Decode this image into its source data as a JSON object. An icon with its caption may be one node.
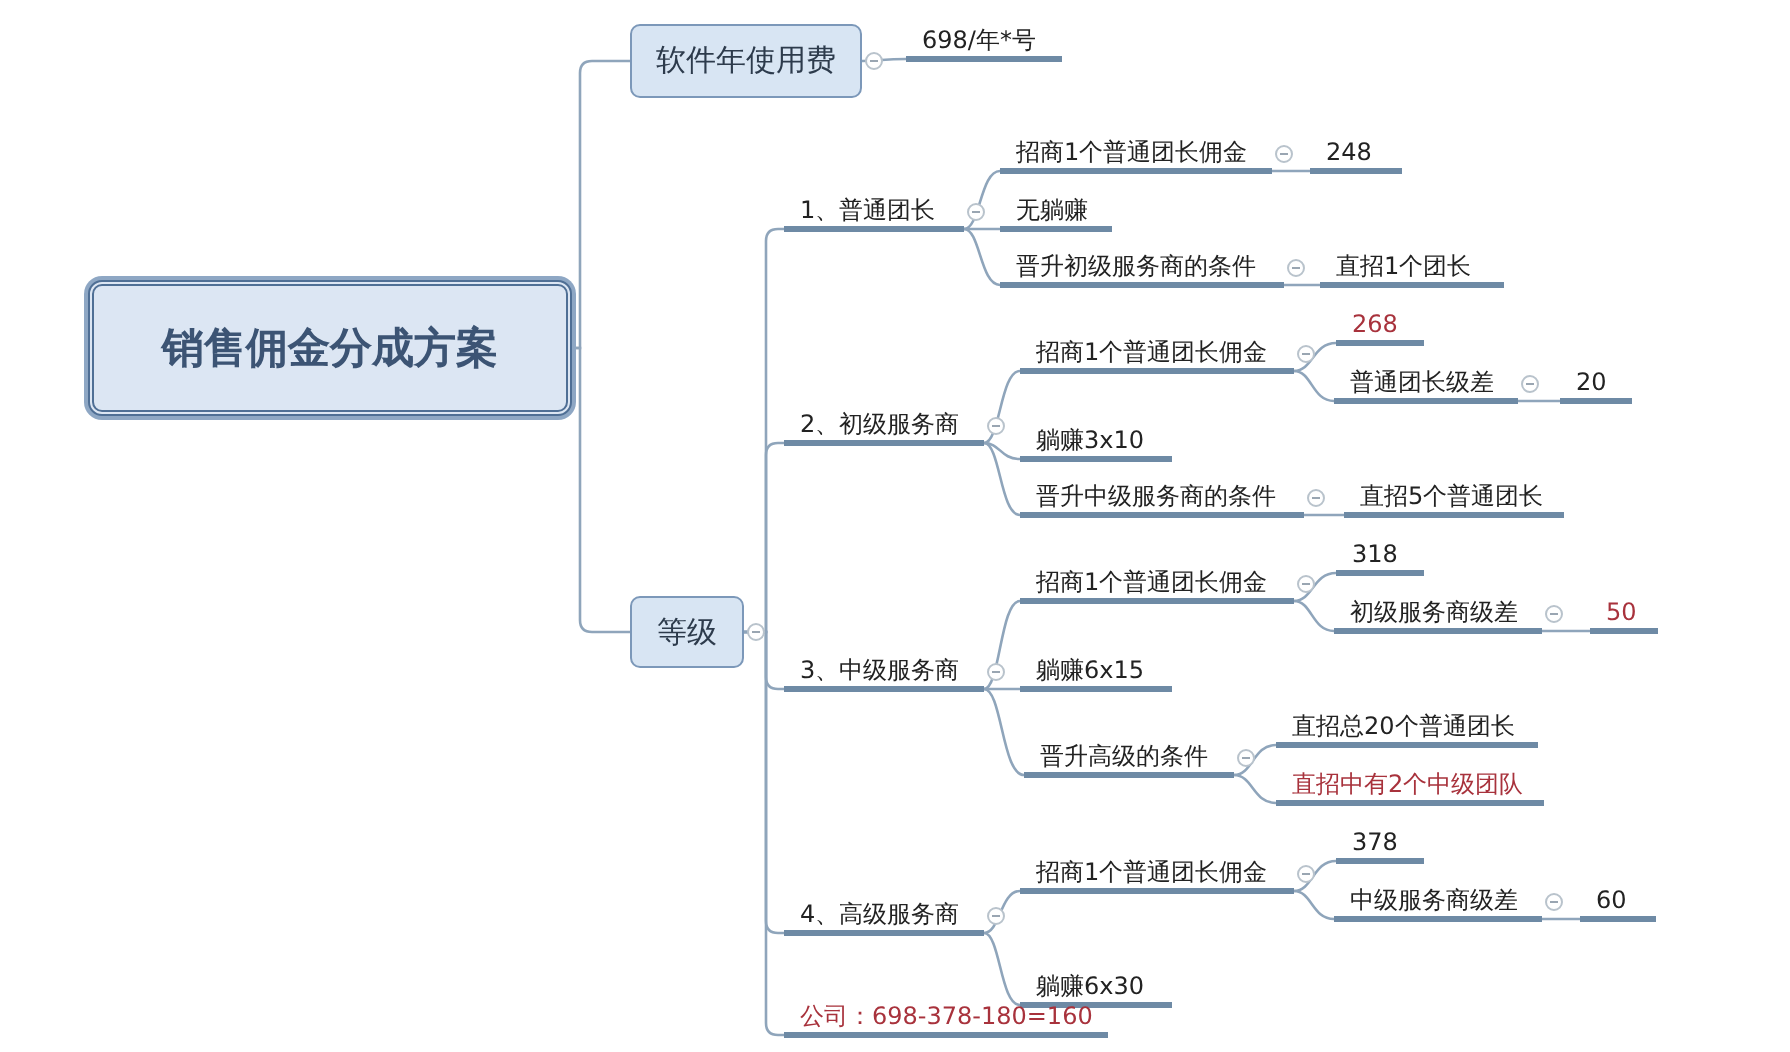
{
  "diagram": {
    "nodes": [
      {
        "text": [
          "销售佣金分成方案"
        ]
      },
      {
        "text": [
          "软件年使用费"
        ]
      },
      {
        "text": [
          "698/年*号"
        ]
      },
      {
        "text": [
          "等级"
        ]
      },
      {
        "text": [
          "1、普通团长"
        ]
      },
      {
        "text": [
          "招商1个普通团长佣金"
        ]
      },
      {
        "text": [
          "248"
        ]
      },
      {
        "text": [
          "无躺赚"
        ]
      },
      {
        "text": [
          "晋升初级服务商的条件"
        ]
      },
      {
        "text": [
          "直招1个团长"
        ]
      },
      {
        "text": [
          "2、初级服务商"
        ]
      },
      {
        "text": [
          "招商1个普通团长佣金"
        ]
      },
      {
        "text": [
          "268"
        ]
      },
      {
        "text": [
          "普通团长级差"
        ]
      },
      {
        "text": [
          "20"
        ]
      },
      {
        "text": [
          "躺赚3x10"
        ]
      },
      {
        "text": [
          "晋升中级服务商的条件"
        ]
      },
      {
        "text": [
          "直招5个普通团长"
        ]
      },
      {
        "text": [
          "3、中级服务商"
        ]
      },
      {
        "text": [
          "招商1个普通团长佣金"
        ]
      },
      {
        "text": [
          "318"
        ]
      },
      {
        "text": [
          "初级服务商级差"
        ]
      },
      {
        "text": [
          "50"
        ]
      },
      {
        "text": [
          "躺赚6x15"
        ]
      },
      {
        "text": [
          "晋升高级的条件"
        ]
      },
      {
        "text": [
          "直招总20个普通团长"
        ]
      },
      {
        "text": [
          "直招中有2个中级团队"
        ]
      },
      {
        "text": [
          "4、高级服务商"
        ]
      },
      {
        "text": [
          "招商1个普通团长佣金"
        ]
      },
      {
        "text": [
          "378"
        ]
      },
      {
        "text": [
          "中级服务商级差"
        ]
      },
      {
        "text": [
          "60"
        ]
      },
      {
        "text": [
          "躺赚6x30"
        ]
      },
      {
        "text": [
          "公司：698-378-180=160"
        ]
      }
    ],
    "edges": [
      {
        "from": 0,
        "to": 1,
        "arrow": "none"
      },
      {
        "from": 0,
        "to": 3,
        "arrow": "none"
      },
      {
        "from": 1,
        "to": 2,
        "arrow": "none"
      },
      {
        "from": 3,
        "to": 4,
        "arrow": "none"
      },
      {
        "from": 3,
        "to": 10,
        "arrow": "none"
      },
      {
        "from": 3,
        "to": 18,
        "arrow": "none"
      },
      {
        "from": 3,
        "to": 27,
        "arrow": "none"
      },
      {
        "from": 3,
        "to": 33,
        "arrow": "none"
      },
      {
        "from": 4,
        "to": 5,
        "arrow": "none"
      },
      {
        "from": 4,
        "to": 7,
        "arrow": "none"
      },
      {
        "from": 4,
        "to": 8,
        "arrow": "none"
      },
      {
        "from": 5,
        "to": 6,
        "arrow": "none"
      },
      {
        "from": 8,
        "to": 9,
        "arrow": "none"
      },
      {
        "from": 10,
        "to": 11,
        "arrow": "none"
      },
      {
        "from": 10,
        "to": 15,
        "arrow": "none"
      },
      {
        "from": 10,
        "to": 16,
        "arrow": "none"
      },
      {
        "from": 11,
        "to": 12,
        "arrow": "none"
      },
      {
        "from": 11,
        "to": 13,
        "arrow": "none"
      },
      {
        "from": 13,
        "to": 14,
        "arrow": "none"
      },
      {
        "from": 16,
        "to": 17,
        "arrow": "none"
      },
      {
        "from": 18,
        "to": 19,
        "arrow": "none"
      },
      {
        "from": 18,
        "to": 23,
        "arrow": "none"
      },
      {
        "from": 18,
        "to": 24,
        "arrow": "none"
      },
      {
        "from": 19,
        "to": 20,
        "arrow": "none"
      },
      {
        "from": 19,
        "to": 21,
        "arrow": "none"
      },
      {
        "from": 21,
        "to": 22,
        "arrow": "none"
      },
      {
        "from": 24,
        "to": 25,
        "arrow": "none"
      },
      {
        "from": 24,
        "to": 26,
        "arrow": "none"
      },
      {
        "from": 27,
        "to": 28,
        "arrow": "none"
      },
      {
        "from": 27,
        "to": 32,
        "arrow": "none"
      },
      {
        "from": 28,
        "to": 29,
        "arrow": "none"
      },
      {
        "from": 28,
        "to": 30,
        "arrow": "none"
      },
      {
        "from": 30,
        "to": 31,
        "arrow": "none"
      }
    ]
  }
}
